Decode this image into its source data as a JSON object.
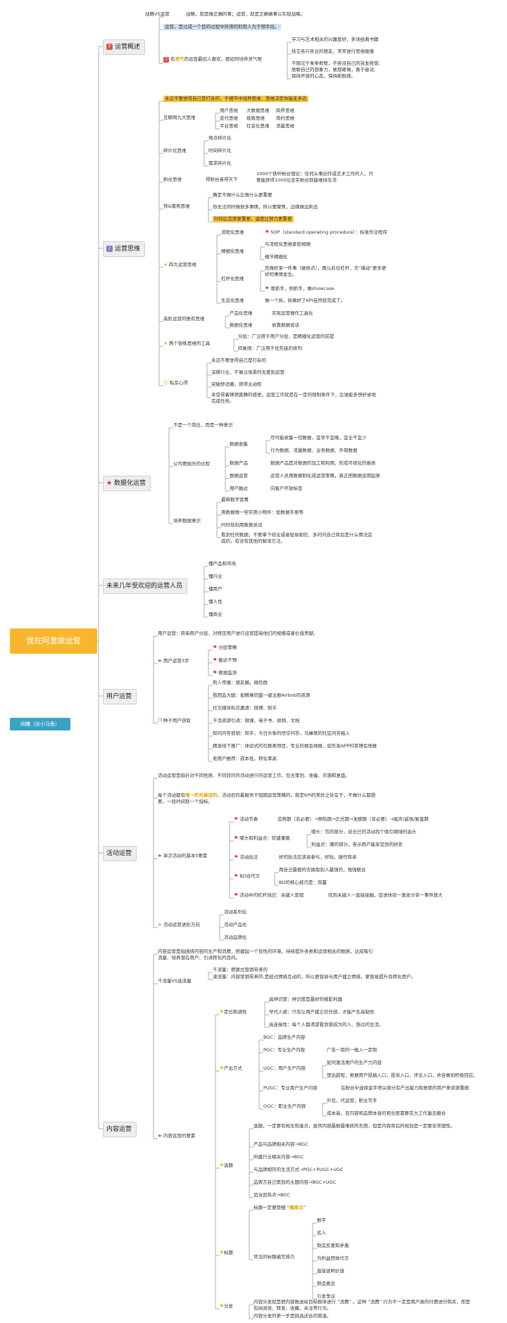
{
  "root": "我在阿里做运营",
  "author": "闲曦（@小马鱼）",
  "s1": {
    "title": "运营概述",
    "a1": "战略VS运营",
    "a1b": "战略，就是做正确的事；运营，就是正确做事以实现战略。",
    "a2": "运营，是过成一个目的过程中所用的利用人为于预手段。",
    "a3_pre": "有",
    "a3_hl": "灵气",
    "a3_post": "的运营最招人喜欢，那如何培养灵气呢",
    "a3c": [
      "学习与艺术相关的兴趣爱好，多读经典书籍",
      "结交各行各业的朋友，常常进行思维碰撞",
      "不刚沱于条条框框，不排没自己的突发奇想;",
      "放眼自己的想象力，敢想敢做，勇于尝试;",
      "保持开放的心态，保持新鲜感。"
    ]
  },
  "s2": {
    "title": "运营思维",
    "b0": "永远不要觉得自己是打杂的，于细节中培养思维，思维决定你能走多远",
    "b1": "互联网九大思维",
    "b1c": [
      "用户思维",
      "大数据思维",
      "跨界思维",
      "迭代思维",
      "极致思维",
      "简约思维",
      "平台思维",
      "社会化思维",
      "流量思维"
    ],
    "b2": "碎片化思维",
    "b2c": [
      "地点碎片化",
      "时间碎片化",
      "需求碎片化"
    ],
    "b3": "粉丝思维",
    "b3a": "得粉丝者得天下",
    "b3b": "1000个铁杆粉丝理论：任何从事创作或艺术工作的人，只要能获得1000位忠实粉丝就能维持生活",
    "b4": "快&聚焦思维",
    "b4c": [
      "确定不做什么比做什么更重要",
      "你无法同时做很多事情，所以要聚焦，边缘做边刺击",
      "时间比完美更重要，速度比努力更重要"
    ],
    "b5": "四大运营思维",
    "b5a": "流程化思维",
    "b5a1": "SOP（standard operating procedure）：标准作业程序",
    "b5b": "精细化思维",
    "b5b1": "与流程化思维紧密相随",
    "b5b2": "细节精细化",
    "b5c": "杠杆化思维",
    "b5c1": "先做好某一件事（破局点），再以此位杠杆，去“撬动”更多更好的事情发生。",
    "b5c2": "我抓手，例抓手，做showcase",
    "b5d": "生态化思维",
    "b5d1": "做一个局，局做好了KPI自然就完成了。",
    "b6": "高阶运营的推有思维",
    "b6a": "产品化思维",
    "b6a1": "实现运营操作工具化",
    "b6b": "数据化思维",
    "b6b1": "依靠数据说话",
    "b7": "两个很练思维的工具",
    "b7a": "分层：广泛用于用户分层，是精细化运营的前提",
    "b7b": "四象限：广泛用于优先级的排列",
    "b8": "私房心得",
    "b8c": [
      "永远不要觉得自己是打杂的",
      "深耕行业，不做泛场景的无差别运营",
      "突破舒适圈，获得主动权",
      "享受带着镣铐跳舞的感觉，运营工作就是在一定的限制条件下，比谁能多快好省地完成任务。"
    ]
  },
  "s3": {
    "title": "数据化运营",
    "c0": "不是一个岗位，而是一种意识",
    "c1": "公司要经历的过程",
    "c1a": "数据收集",
    "c1a1": "尽可能收集一切数据，宜早不宜晚，宜全不宜少",
    "c1a2": "行为数据、流量数据、业务数据、外部数据",
    "c1b": "数据产品",
    "c1b1": "数据产品是对数据的加工和利用，形成可视化的报表",
    "c1c": "数据运营",
    "c1c1": "运营人员用数据制化成运营策略，真正把数据运用起来",
    "c1d": "用户触达",
    "c1d1": "向客户开放标签",
    "c2": "培养数据意识",
    "c2c": [
      "最映数字营菁",
      "用数据做一些实用小物件：如数据手册等",
      "时时刻刻用数据说话",
      "看到任何数据，不要拿下结论或者轻易相信，多问问自己背后是什么情况造成的，有没有其他的解读方法。"
    ]
  },
  "s4": {
    "title": "未来几年受欢迎的运营人员",
    "items": [
      "懂产品和市场",
      "懂行业",
      "懂用户",
      "懂人性",
      "懂商业"
    ]
  },
  "s5": {
    "title": "用户运营",
    "d0": "用户运营：简单用户分层，对特定用户进行运营提高他们的规模或者价值贡献。",
    "d1": "用户运营3步",
    "d1c": [
      "分层策略",
      "触达干预",
      "数据监测"
    ],
    "d2": "种子用户获取",
    "d2c": [
      "熟人传播：朋友圈，微信群",
      "抱团品大腿：如精乘同盟一键注册Airbnb的资源",
      "社交媒体私信邀请：微博、知乎",
      "干活资源引诱：微课、电子书、视频、文档",
      "知问问答营销：知乎，今日头条的悟空问答，马蜂窝的社区问答植入",
      "精准线下推广：体验式的社群类项目，专业的展会地推，如东家APP的茶博会地推",
      "老用户推荐：成本低，转化率高"
    ]
  },
  "s6": {
    "title": "活动运营",
    "e0": "活动运营是指针对不同性质、不同目的的活动进行的运营工作，包含策划、准备、实施和复盘。",
    "e1_pre": "每个活动都有",
    "e1_hl": "唯一的先锋目的",
    "e1_post": "，活动目的最服务于短期运营策略的。制定KPI的美妙之处在于，不做什么都想要，一段时间就一个指标。",
    "e2": "单次活动的基本5要素",
    "e2a": "活动节奏",
    "e2a1": "造势期（非必要）→预热期→正式期→发酵期（非必要）→尾声/返场/复盘期",
    "e2b": "噱头和利益点：钦建兼施",
    "e2b1": "噱头：饮的部分，迎合已的活动找个吸引眼球的由头",
    "e2b2": "利益点：赚的部分，表示用户能享受到的好处",
    "e2c": "活动玩法",
    "e2c1": "好的玩法应该易参与，好玩，操作简单",
    "e2d": "BD合作方",
    "e2d1": "用自己最擅的去换取别人最强的，强强联合",
    "e2d2": "BD的核心技巧是：双赢",
    "e2e": "活动中的杠杆效应：关键人营销",
    "e2e1": "找到关键人一直接接触，促进体验一激发分享一事件放大",
    "e3": "活动运营进阶方向",
    "e3c": [
      "活动系列化",
      "活动产品化",
      "活动品牌化"
    ]
  },
  "s7": {
    "title": "内容运营",
    "f0": "内容运营是指围绕内容的生产和消费，搭建起一个良性的环境，持续提升各类和运营相关的数据，达成吸引流量、培养潜在用户、引诱转化的目的。",
    "f1": "千流量VS选流量",
    "f1a": "千流量：攒聚式营销带来的",
    "f1b": "漠流量：内容营销带来的,是经过情感互动的，所以更容易与用户建立情感，更容易提升及转化用户。",
    "f2": "内容运营的要素",
    "f2a": "定位和调性",
    "f2a1": "具辨识度：辨识度是最好的搜影利器",
    "f2a2": "窄代人感：只有让用户建立信任感，才能产生高黏性",
    "f2a3": "高连接性：每个人都渴望看到想成为的人、想过的生活。",
    "f2b": "产出方式",
    "f2b1": "BGC：品牌生产内容",
    "f2b2": "PGC：专业生产内容",
    "f2b2a": "广告一箭的一植入一定制",
    "f2b3": "UGC：用户生产内容",
    "f2b3a": "如何激活用户的生产力内容",
    "f2b3b": "塑出超程，根据用户投稿入口，投诉入口，评论入口，并自做到积极回应。",
    "f2b4": "PUGC：专业用户生产内容",
    "f2b4a": "在粉丝中选择金字塔尖部分有产出能力和意愿的用户来资源重搜",
    "f2b5": "OGC：职业生产内容",
    "f2b5a": "外包，代运营，职业写手",
    "f2b5b": "成本高，且内容和品牌本身的契合度需要花大工作量去磨合",
    "f2c": "选题",
    "f2c0": "选题，一定要有规无和逢点，虽然内容最数最难抓的东西，但是内容背后的规划是一定要非常理性。",
    "f2c1": "产品与品牌相关内容→BGC",
    "f2c2": "所属行业相关内容→BGC",
    "f2c3": "与品牌相符的生活方式→PGC+PUGC+UGC",
    "f2c4": "品牌方自己策划的主题内容→BGC+UGC",
    "f2c5": "追当追热点→BGC",
    "f2d": "标题",
    "f2d1_pre": "标题一定要赞细 “",
    "f2d1_hl": "痛痒点",
    "f2d1_post": "”",
    "f2d2": "常见的标题编写技巧",
    "f2d2c": [
      "数字",
      "名人",
      "制造反差和矛盾",
      "为利益团体代言",
      "直接说明价值",
      "制造悬念",
      "引发争议"
    ],
    "f2e": "分发",
    "f2e1": "内容分发就是把内容推送给目标群体进行 “消费” 。这种 “消费” 行为不一定是用户真的付费进行购买，而是包括阅读、转发、收藏、关注等行为。",
    "f2e2": "内容分发的第一步是挑选适合的渠道。"
  },
  "colors": {
    "root": "#f8b62d",
    "author": "#3aa3c4",
    "line": "#9a9a9a",
    "highlight": "#f9c33a"
  },
  "icons": [
    "warning-icon",
    "lightbulb-icon",
    "star-icon",
    "flag-icon",
    "smile-icon",
    "gift-icon"
  ]
}
